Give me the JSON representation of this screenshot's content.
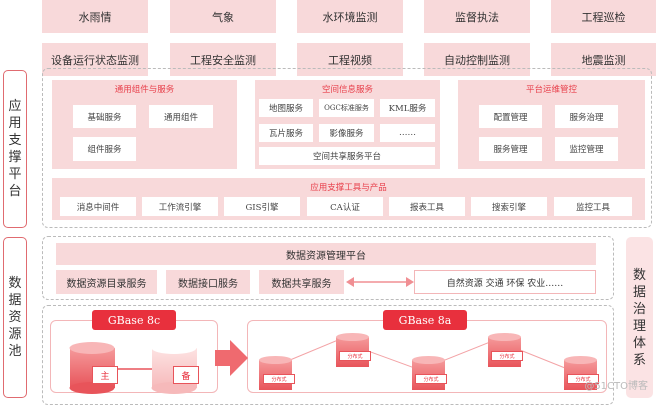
{
  "top_row1": [
    "水雨情",
    "气象",
    "水环境监测",
    "监督执法",
    "工程巡检"
  ],
  "top_row2": [
    "设备运行状态监测",
    "工程安全监测",
    "工程视频",
    "自动控制监测",
    "地震监测"
  ],
  "app_support": {
    "label": "应用支撑平台",
    "common": {
      "title": "通用组件与服务",
      "items": [
        "基础服务",
        "通用组件",
        "组件服务"
      ]
    },
    "spatial": {
      "title": "空间信息服务",
      "items": [
        "地图服务",
        "OGC标准服务",
        "KML服务",
        "瓦片服务",
        "影像服务",
        "……"
      ],
      "platform": "空间共享服务平台"
    },
    "ops": {
      "title": "平台运维管控",
      "items": [
        "配置管理",
        "服务治理",
        "服务管理",
        "监控管理"
      ]
    },
    "tools": {
      "title": "应用支撑工具与产品",
      "items": [
        "消息中间件",
        "工作流引擎",
        "GIS引擎",
        "CA认证",
        "报表工具",
        "搜索引擎",
        "监控工具"
      ]
    }
  },
  "data_pool": {
    "label": "数据资源池",
    "platform": "数据资源管理平台",
    "services": [
      "数据资源目录服务",
      "数据接口服务",
      "数据共享服务"
    ],
    "domains": "自然资源 交通 环保 农业……",
    "gbase8c": {
      "title": "GBase 8c",
      "primary": "主",
      "standby": "备"
    },
    "gbase8a": {
      "title": "GBase 8a",
      "node_label": "分布式"
    }
  },
  "governance_label": "数据治理体系",
  "watermark": "@51CTO博客"
}
